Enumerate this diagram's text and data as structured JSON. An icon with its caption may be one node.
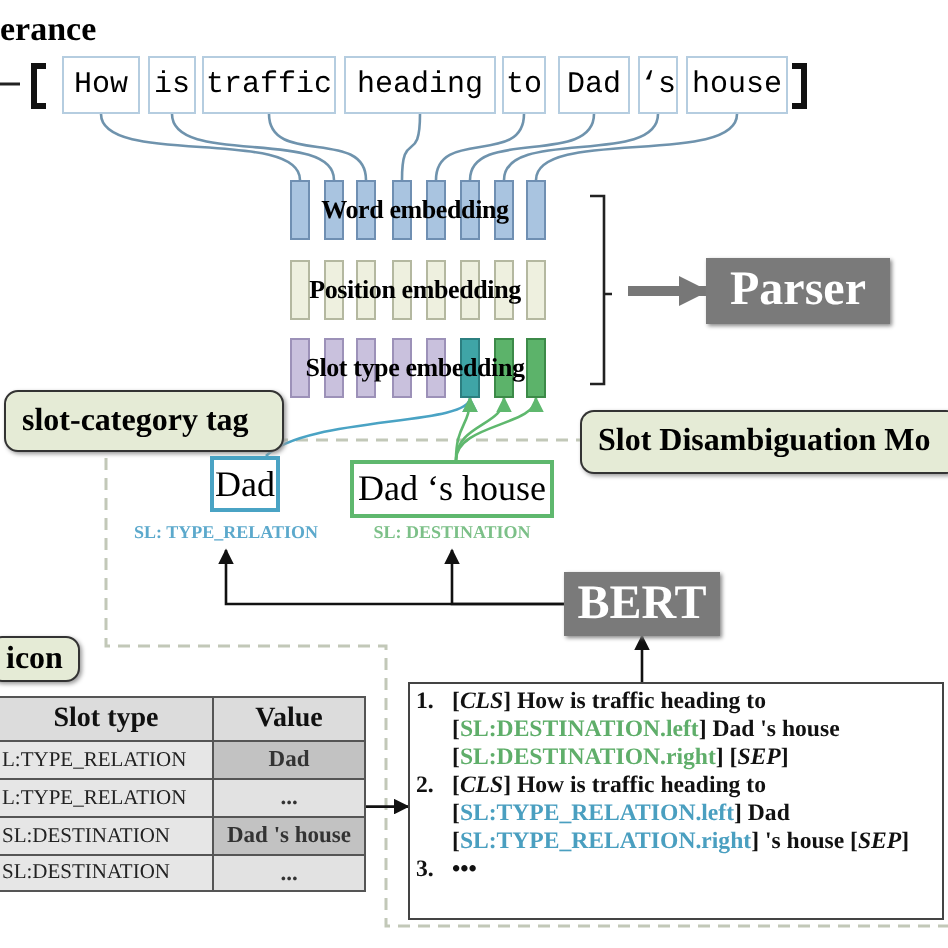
{
  "diagram": {
    "nodes": [
      {
        "text": [
          "How"
        ]
      },
      {
        "text": [
          "is"
        ]
      },
      {
        "text": [
          "traffic"
        ]
      },
      {
        "text": [
          "heading"
        ]
      },
      {
        "text": [
          "to"
        ]
      },
      {
        "text": [
          "Dad"
        ]
      },
      {
        "text": [
          "‘s"
        ]
      },
      {
        "text": [
          "house"
        ]
      },
      {
        "text": [
          "Word embedding"
        ]
      },
      {
        "text": [
          "Position embedding"
        ]
      },
      {
        "text": [
          "Slot type embedding"
        ]
      },
      {
        "text": [
          "Parser"
        ]
      },
      {
        "text": [
          "slot-category tag"
        ]
      },
      {
        "text": [
          "Slot Disambiguation Mo"
        ]
      },
      {
        "text": [
          "Dad"
        ],
        "beside": [
          "SL: TYPE_RELATION"
        ]
      },
      {
        "text": [
          "Dad ‘s house"
        ],
        "beside": [
          "SL: DESTINATION"
        ]
      },
      {
        "text": [
          "BERT"
        ]
      },
      {
        "text": [
          "icon"
        ]
      },
      {
        "text": [],
        "shape": "box"
      },
      {
        "text": [
          "1.",
          "[*CLS*] How is traffic heading to [SL:DESTINATION.left] Dad 's house [SL:DESTINATION.right] [*SEP*]",
          "2.",
          "[*CLS*] How is traffic heading to [SL:TYPE_RELATION.left] Dad [SL:TYPE_RELATION.right] 's house [*SEP*]",
          "3.",
          "•••"
        ]
      }
    ],
    "edges": [
      {
        "from": 0,
        "to": 8,
        "arrow": "none"
      },
      {
        "from": 1,
        "to": 8,
        "arrow": "none"
      },
      {
        "from": 2,
        "to": 8,
        "arrow": "none"
      },
      {
        "from": 3,
        "to": 8,
        "arrow": "none"
      },
      {
        "from": 4,
        "to": 8,
        "arrow": "none"
      },
      {
        "from": 5,
        "to": 8,
        "arrow": "none"
      },
      {
        "from": 6,
        "to": 8,
        "arrow": "none"
      },
      {
        "from": 7,
        "to": 8,
        "arrow": "none"
      },
      {
        "from": 14,
        "to": 10,
        "arrow": "to",
        "color": "#4aa3c4"
      },
      {
        "from": 15,
        "to": 10,
        "arrow": "to",
        "color": "#5fb86e"
      },
      {
        "from": 15,
        "to": 10,
        "arrow": "to",
        "color": "#5fb86e"
      },
      {
        "from": 15,
        "to": 10,
        "arrow": "to",
        "color": "#5fb86e"
      },
      {
        "from": null,
        "to": 11,
        "arrow": "to",
        "style": "thick",
        "color": "#777777"
      },
      {
        "from": 16,
        "to": 14,
        "arrow": "to",
        "color": "#111111"
      },
      {
        "from": 16,
        "to": 15,
        "arrow": "to",
        "color": "#111111"
      },
      {
        "from": 19,
        "to": 16,
        "arrow": "to",
        "color": "#111111"
      },
      {
        "from": 18,
        "to": 19,
        "arrow": "to",
        "color": "#111111"
      }
    ],
    "labels": [
      "erance",
      "Slot type",
      "Value",
      "L:TYPE_RELATION",
      "Dad",
      "L:TYPE_RELATION",
      "...",
      "SL:DESTINATION",
      "Dad 's house",
      "SL:DESTINATION",
      "..."
    ]
  }
}
